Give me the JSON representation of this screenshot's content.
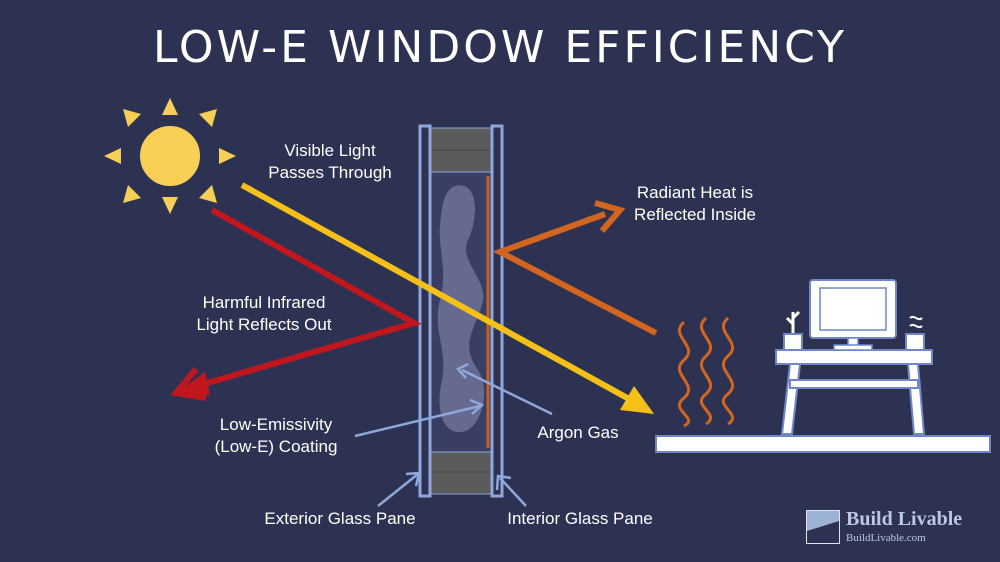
{
  "title": "LOW-E WINDOW EFFICIENCY",
  "labels": {
    "visible_light": [
      "Visible Light",
      "Passes Through"
    ],
    "radiant_heat": [
      "Radiant Heat is",
      "Reflected Inside"
    ],
    "harmful_infrared": [
      "Harmful Infrared",
      "Light Reflects Out"
    ],
    "low_e_coating": [
      "Low-Emissivity",
      "(Low-E) Coating"
    ],
    "argon_gas": "Argon Gas",
    "exterior_pane": "Exterior Glass Pane",
    "interior_pane": "Interior Glass Pane"
  },
  "brand": {
    "name": "Build Livable",
    "url": "BuildLivable.com"
  },
  "colors": {
    "background": "#2e3252",
    "sun": "#f7cf57",
    "visible_light_arrow": "#f5c118",
    "infrared_arrow": "#c0161e",
    "radiant_heat_arrow": "#d2651f",
    "callout_arrow": "#8fa8dc",
    "glass_pane": "#8fa8dc",
    "spacer": "#5b5b5b",
    "argon_gas": "#666a8e",
    "low_e_coating": "#c9611d",
    "furniture": "#ffffff",
    "furniture_outline": "#6f86c9"
  },
  "icons": [
    "sun-icon",
    "heat-waves-icon",
    "desk-icon",
    "computer-monitor-icon",
    "plant-icon",
    "mug-icon",
    "build-livable-logo-icon"
  ]
}
